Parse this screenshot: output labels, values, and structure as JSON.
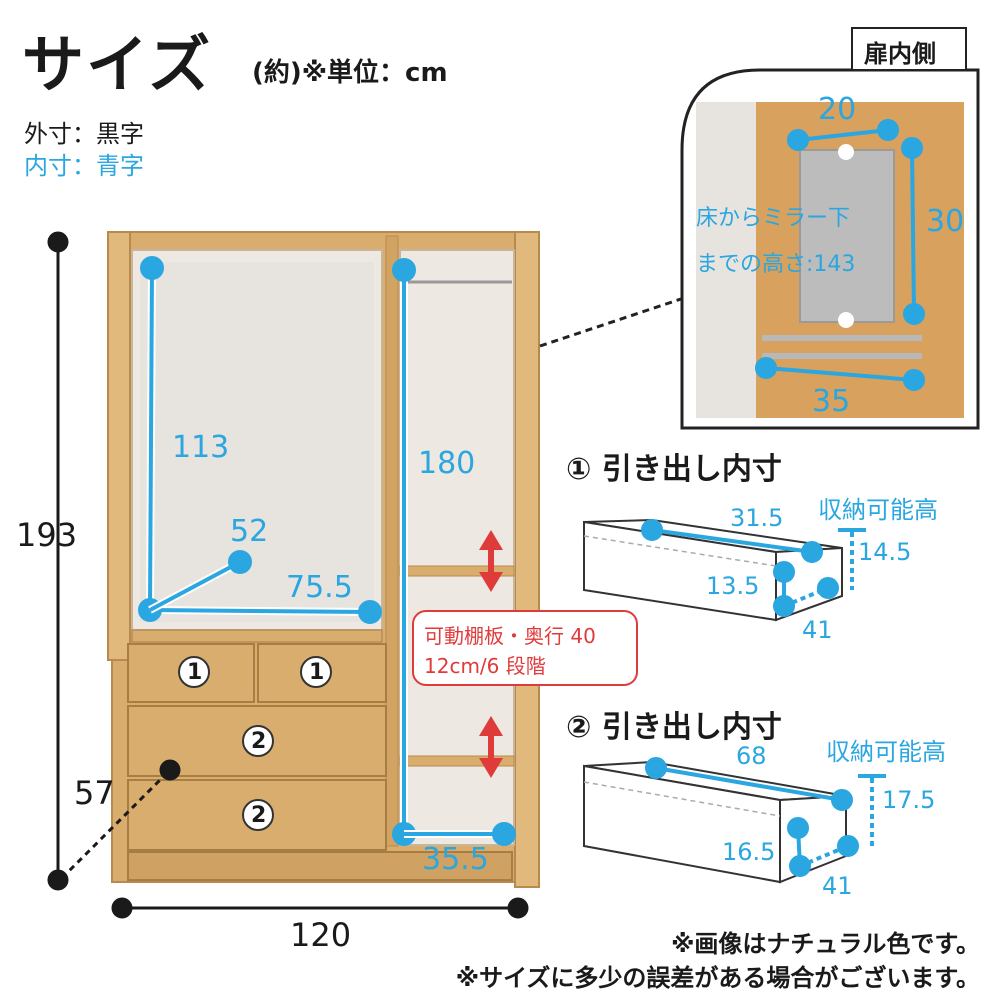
{
  "header": {
    "title": "サイズ",
    "unit": "(約)※単位：cm",
    "legend_outer": "外寸：黒字",
    "legend_inner": "内寸：青字"
  },
  "cabinet": {
    "height_total": "193",
    "width_total": "120",
    "depth_total": "57",
    "left_inner_height": "113",
    "left_inner_depth": "52",
    "left_inner_width": "75.5",
    "right_inner_height": "180",
    "right_inner_width": "35.5",
    "drawer_label_1": "1",
    "drawer_label_2": "2",
    "shelf_note_line1": "可動棚板・奥行 40",
    "shelf_note_line2": "12cm/6 段階"
  },
  "door_inside": {
    "label": "扉内側",
    "mirror_width": "20",
    "mirror_height": "30",
    "bar_width": "35",
    "mirror_note_line1": "床からミラー下",
    "mirror_note_line2": "までの高さ:143"
  },
  "drawer1": {
    "title": "① 引き出し内寸",
    "width": "31.5",
    "storage_label": "収納可能高",
    "storage_height": "14.5",
    "height": "13.5",
    "depth": "41"
  },
  "drawer2": {
    "title": "② 引き出し内寸",
    "width": "68",
    "storage_label": "収納可能高",
    "storage_height": "17.5",
    "height": "16.5",
    "depth": "41"
  },
  "notes": {
    "line1": "※画像はナチュラル色です。",
    "line2": "※サイズに多少の誤差がある場合がございます。"
  },
  "colors": {
    "wood": "#d9ad6e",
    "wood_dark": "#b98a4e",
    "inner_blue": "#2aa6e0",
    "accent_red": "#e03b3b"
  }
}
